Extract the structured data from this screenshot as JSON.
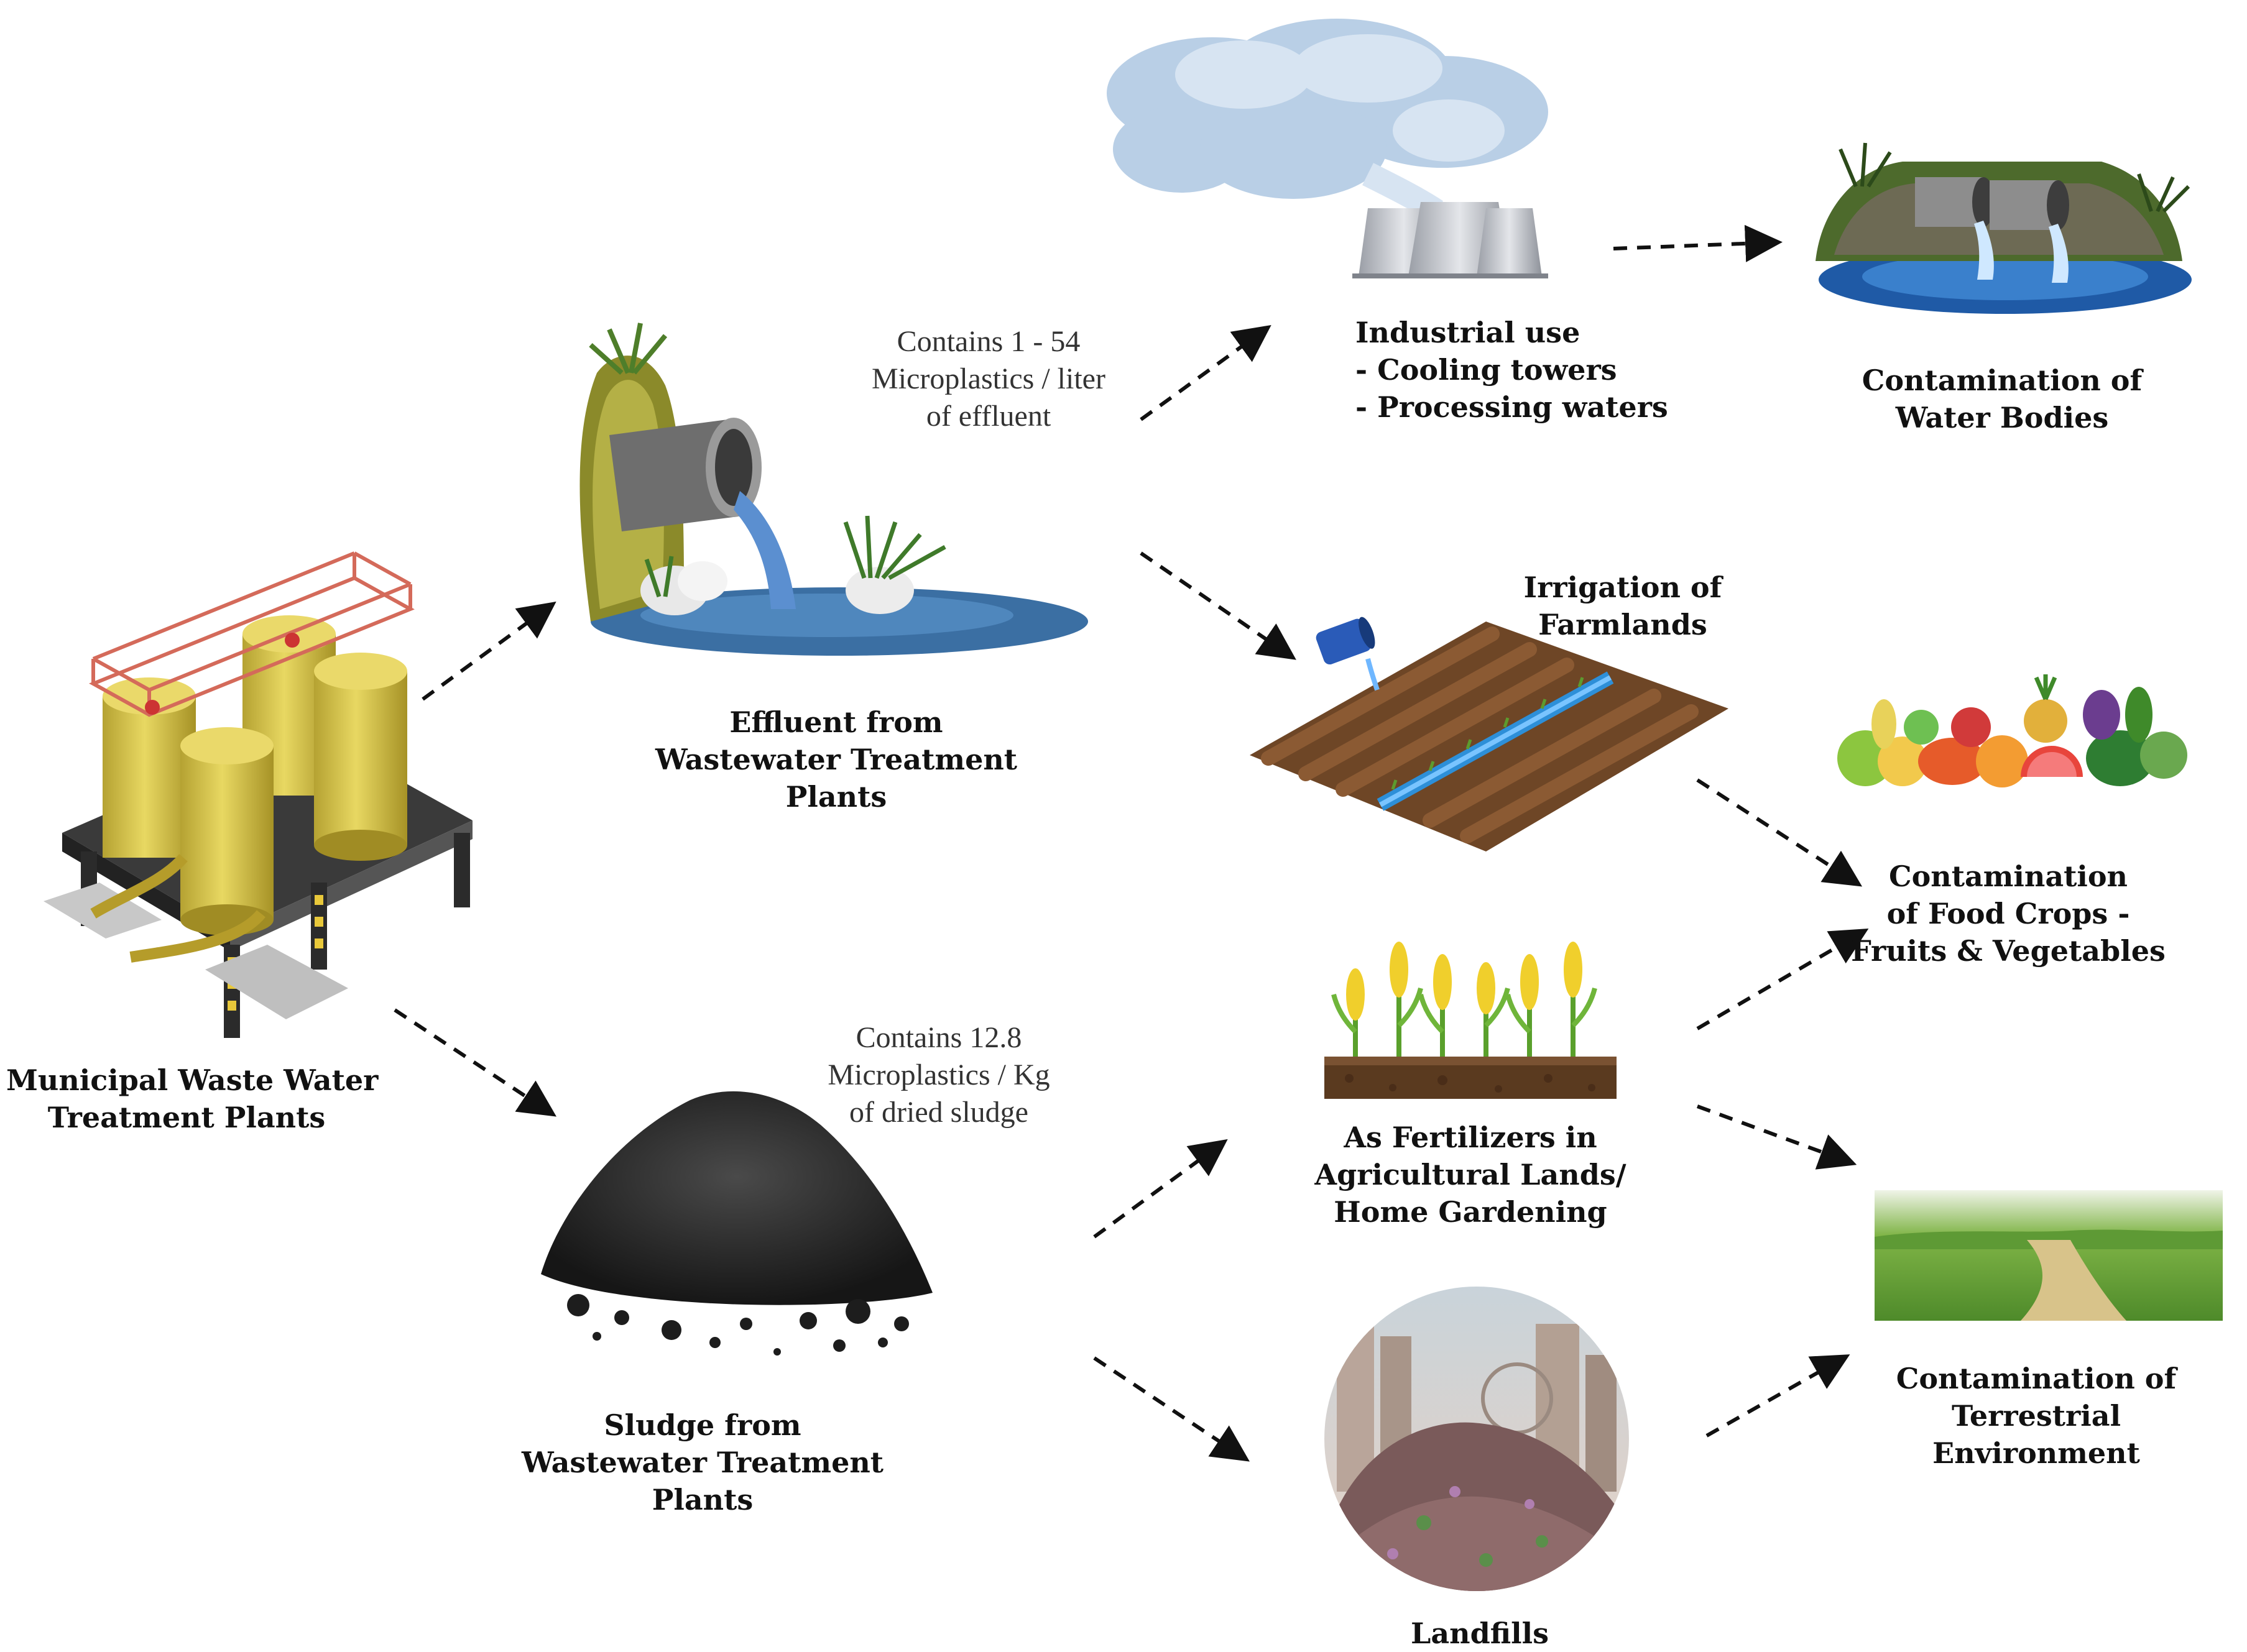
{
  "nodes": {
    "municipal": {
      "line1": "Municipal Waste Water",
      "line2": "Treatment Plants"
    },
    "effluent": {
      "line1": "Effluent from",
      "line2": "Wastewater Treatment",
      "line3": "Plants"
    },
    "sludge": {
      "line1": "Sludge from",
      "line2": "Wastewater Treatment",
      "line3": "Plants"
    },
    "industrial": {
      "line1": "Industrial use",
      "line2": "- Cooling towers",
      "line3": "- Processing waters"
    },
    "irrigation": {
      "line1": "Irrigation of",
      "line2": "Farmlands"
    },
    "fertilizers": {
      "line1": "As Fertilizers in",
      "line2": "Agricultural Lands/",
      "line3": "Home Gardening"
    },
    "landfills": {
      "line1": "Landfills"
    },
    "water_bodies": {
      "line1": "Contamination of",
      "line2": "Water Bodies"
    },
    "food_crops": {
      "line1": "Contamination",
      "line2": "of Food Crops -",
      "line3": "Fruits & Vegetables"
    },
    "terrestrial": {
      "line1": "Contamination of",
      "line2": "Terrestrial",
      "line3": "Environment"
    }
  },
  "notes": {
    "effluent_count": {
      "line1": "Contains 1 - 54",
      "line2": "Microplastics / liter",
      "line3": "of effluent"
    },
    "sludge_count": {
      "line1": "Contains 12.8",
      "line2": "Microplastics / Kg",
      "line3": "of dried sludge"
    }
  },
  "colors": {
    "arrow": "#111111",
    "tank_yellow": "#d9c64a",
    "water_blue": "#3f7fb8",
    "sludge_black": "#2a2a2a",
    "soil_brown": "#7a5030",
    "grass_green": "#6aa336"
  }
}
